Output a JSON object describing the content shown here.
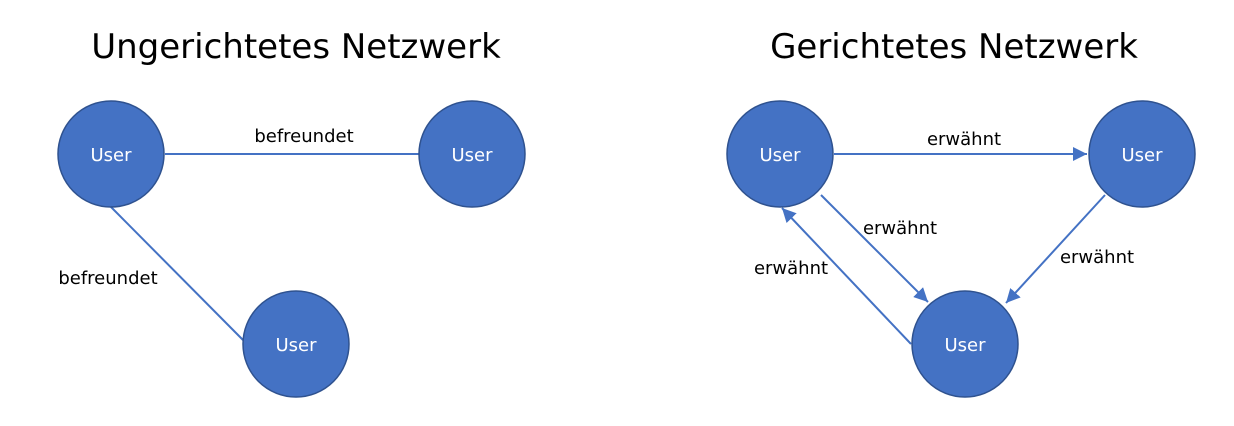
{
  "colors": {
    "node_fill": "#4472c4",
    "node_stroke": "#2f528f",
    "edge": "#4472c4",
    "node_text": "#ffffff",
    "label_text": "#000000"
  },
  "undirected": {
    "title": "Ungerichtetes Netzwerk",
    "nodes": [
      {
        "id": "u1",
        "label": "User"
      },
      {
        "id": "u2",
        "label": "User"
      },
      {
        "id": "u3",
        "label": "User"
      }
    ],
    "edges": [
      {
        "from": "u1",
        "to": "u2",
        "label": "befreundet"
      },
      {
        "from": "u1",
        "to": "u3",
        "label": "befreundet"
      }
    ]
  },
  "directed": {
    "title": "Gerichtetes Netzwerk",
    "nodes": [
      {
        "id": "d1",
        "label": "User"
      },
      {
        "id": "d2",
        "label": "User"
      },
      {
        "id": "d3",
        "label": "User"
      }
    ],
    "edges": [
      {
        "from": "d1",
        "to": "d2",
        "label": "erwähnt"
      },
      {
        "from": "d1",
        "to": "d3",
        "label": "erwähnt"
      },
      {
        "from": "d2",
        "to": "d3",
        "label": "erwähnt"
      },
      {
        "from": "d3",
        "to": "d1",
        "label": "erwähnt"
      }
    ]
  }
}
